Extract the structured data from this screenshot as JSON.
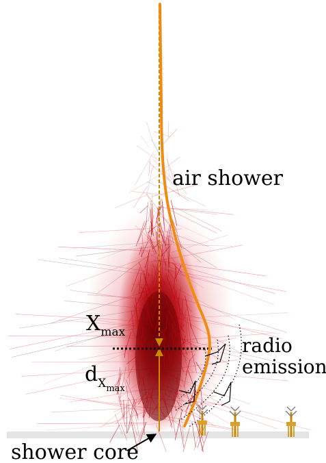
{
  "labels": {
    "air_shower": "air shower",
    "radio": "radio",
    "emission": "emission",
    "xmax_main": "X",
    "xmax_sub": "max",
    "dx_main": "d",
    "dx_sub": "X",
    "dx_subsub": "max",
    "shower_core": "shower core"
  },
  "colors": {
    "shower": "#c0000a",
    "shower_light": "#e8707a",
    "axis": "#c98a00",
    "front": "#f08a10",
    "ground": "#e4e4e4",
    "antenna_post": "#c98a00"
  },
  "icons": [
    "antenna-icon",
    "antenna-icon",
    "antenna-icon"
  ]
}
